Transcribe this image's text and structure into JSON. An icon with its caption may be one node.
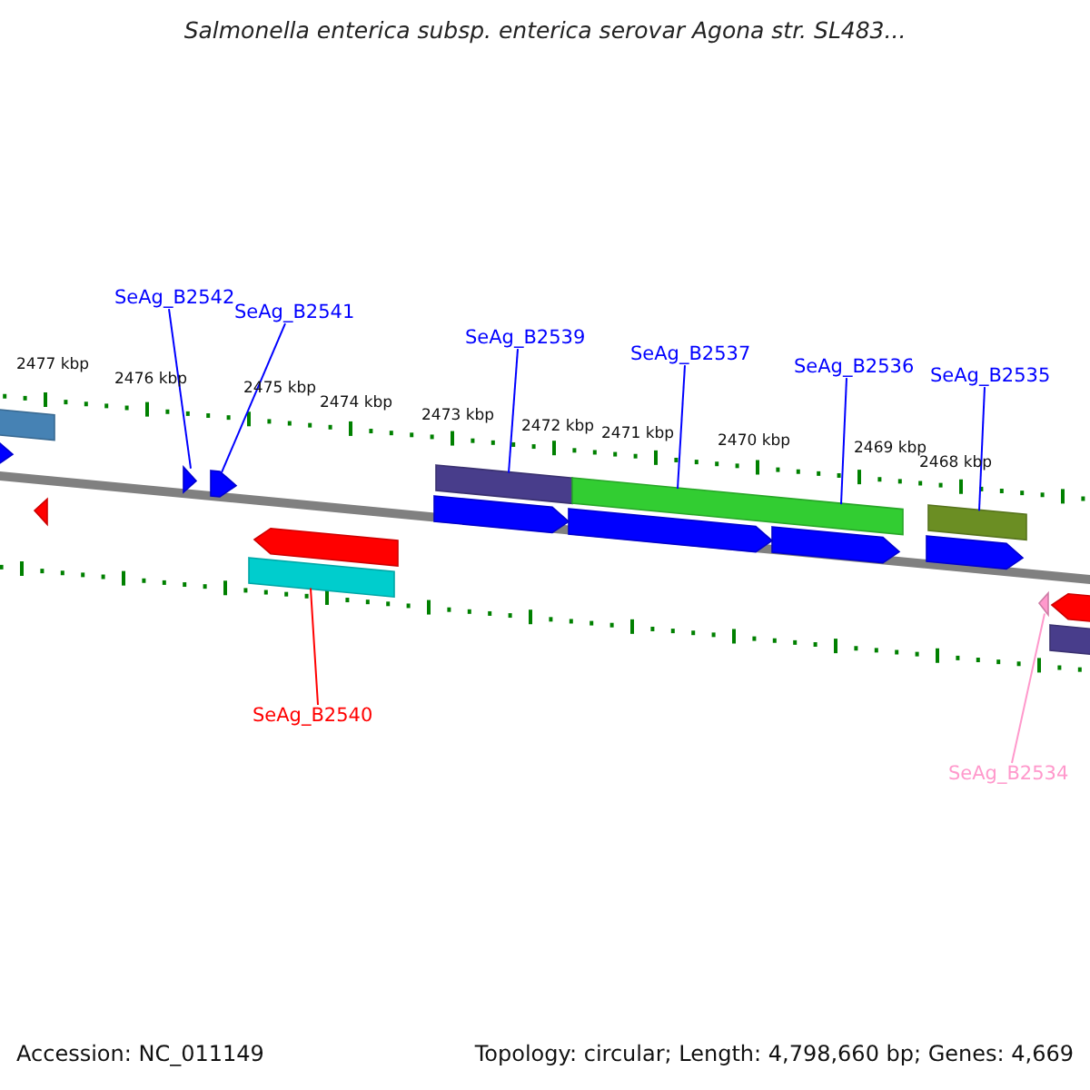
{
  "diagram": {
    "title": "Salmonella enterica subsp. enterica serovar Agona str. SL483...",
    "nodes": [
      {
        "text": [
          "SeAg_B2542"
        ]
      },
      {
        "text": [
          "SeAg_B2541"
        ]
      },
      {
        "text": [
          "SeAg_B2539"
        ]
      },
      {
        "text": [
          "SeAg_B2537"
        ]
      },
      {
        "text": [
          "SeAg_B2536"
        ]
      },
      {
        "text": [
          "SeAg_B2535"
        ]
      },
      {
        "text": [
          "SeAg_B2540"
        ]
      },
      {
        "text": [
          "SeAg_B2534"
        ]
      },
      {
        "text": [],
        "shape": "bar"
      },
      {
        "text": [],
        "shape": "arrow"
      },
      {
        "text": [],
        "shape": "arrow"
      },
      {
        "text": [],
        "shape": "arrow"
      },
      {
        "text": [],
        "shape": "arrow"
      },
      {
        "text": [],
        "shape": "bar"
      },
      {
        "text": [],
        "shape": "bar"
      },
      {
        "text": [],
        "shape": "bar"
      },
      {
        "text": [],
        "shape": "arrow"
      },
      {
        "text": [],
        "shape": "arrow"
      },
      {
        "text": [],
        "shape": "arrow"
      },
      {
        "text": [],
        "shape": "arrow"
      },
      {
        "text": [],
        "shape": "arrow"
      },
      {
        "text": [],
        "shape": "bar"
      },
      {
        "text": [],
        "shape": "arrow"
      },
      {
        "text": [],
        "shape": "arrow"
      },
      {
        "text": [],
        "shape": "bar"
      }
    ],
    "edges": [
      {
        "from": 0,
        "to": 10,
        "arrow": "none"
      },
      {
        "from": 1,
        "to": 11,
        "arrow": "none"
      },
      {
        "from": 2,
        "to": 13,
        "arrow": "none"
      },
      {
        "from": 3,
        "to": 14,
        "arrow": "none"
      },
      {
        "from": 4,
        "to": 14,
        "arrow": "none"
      },
      {
        "from": 5,
        "to": 15,
        "arrow": "none"
      },
      {
        "from": 6,
        "to": 21,
        "arrow": "none",
        "color": "#ff0000"
      },
      {
        "from": 7,
        "to": 22,
        "arrow": "none",
        "color": "#ff99cc"
      }
    ],
    "labels": [
      "2477 kbp",
      "2476 kbp",
      "2475 kbp",
      "2474 kbp",
      "2473 kbp",
      "2472 kbp",
      "2471 kbp",
      "2470 kbp",
      "2469 kbp",
      "2468 kbp",
      "Accession: NC_011149",
      "Topology: circular; Length: 4,798,660 bp; Genes: 4,669"
    ]
  }
}
